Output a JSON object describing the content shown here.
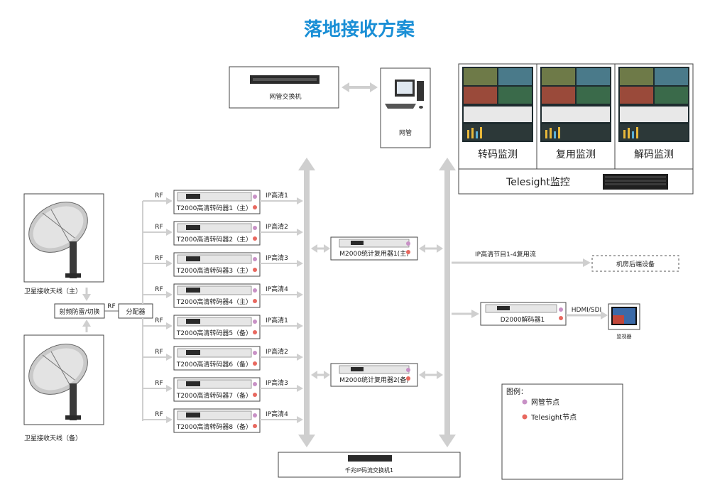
{
  "title": "落地接收方案",
  "top": {
    "switch_label": "网管交换机",
    "pc_label": "网管"
  },
  "monitor": {
    "panels": [
      "转码监测",
      "复用监测",
      "解码监测"
    ],
    "footer": "Telesight监控"
  },
  "antennas": {
    "main_label": "卫星接收天线（主）",
    "backup_label": "卫星接收天线（备）"
  },
  "rf_box": "射频防雷/切换",
  "splitter": "分配器",
  "rf_label": "RF",
  "transcoders": [
    {
      "label": "T2000高清转码器1（主）",
      "out": "IP高清1"
    },
    {
      "label": "T2000高清转码器2（主）",
      "out": "IP高清2"
    },
    {
      "label": "T2000高清转码器3（主）",
      "out": "IP高清3"
    },
    {
      "label": "T2000高清转码器4（主）",
      "out": "IP高清4"
    },
    {
      "label": "T2000高清转码器5（备）",
      "out": "IP高清1"
    },
    {
      "label": "T2000高清转码器6（备）",
      "out": "IP高清2"
    },
    {
      "label": "T2000高清转码器7（备）",
      "out": "IP高清3"
    },
    {
      "label": "T2000高清转码器8（备）",
      "out": "IP高清4"
    }
  ],
  "muxes": [
    "M2000统计复用器1(主)",
    "M2000统计复用器2(备)"
  ],
  "ip_stream": "IP高清节目1-4复用流",
  "backend": "机房后端设备",
  "decoder": "D2000解码器1",
  "hdmi": "HDMI/SDI",
  "monitor_label": "监视器",
  "core_switch": "千兆IP码流交换机1",
  "legend": {
    "title": "图例：",
    "items": [
      {
        "label": "网管节点",
        "color": "#c891c6"
      },
      {
        "label": "Telesight节点",
        "color": "#e8685f"
      }
    ]
  },
  "colors": {
    "title": "#1a8fd6",
    "arrow": "#cfcfcf"
  }
}
